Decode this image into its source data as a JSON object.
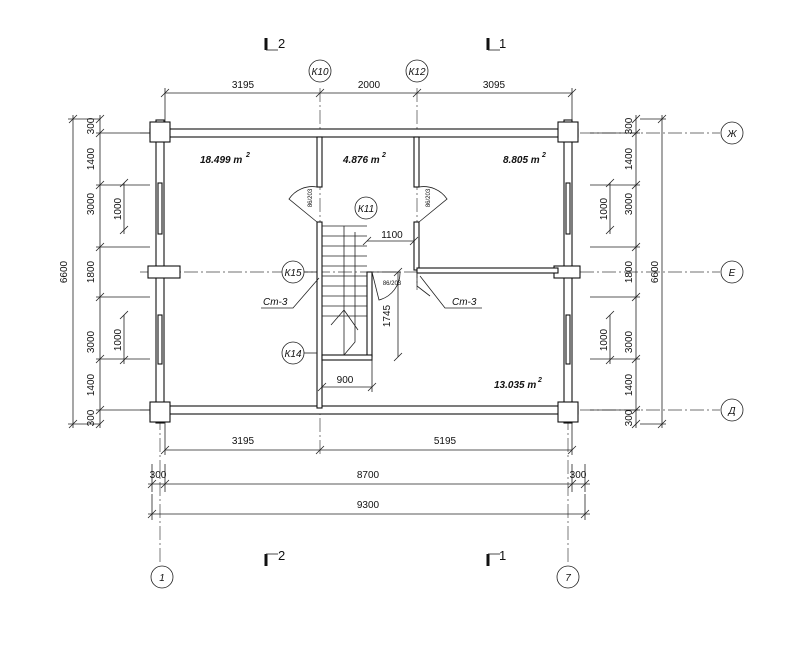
{
  "sections": {
    "top_left": "2",
    "top_right": "1",
    "bottom_left": "2",
    "bottom_right": "1"
  },
  "column_markers": {
    "k10": "К10",
    "k12": "К12",
    "k11": "К11",
    "k15": "К15",
    "k14": "К14"
  },
  "top_dims": [
    "3195",
    "2000",
    "3095"
  ],
  "bottom_dims": [
    "3195",
    "5195"
  ],
  "overall": {
    "end_left": "300",
    "inner": "8700",
    "end_right": "300",
    "total": "9300"
  },
  "left_dims": {
    "overall": "6600",
    "chain": [
      "300",
      "1400",
      "3000",
      "1800",
      "3000",
      "1400",
      "300"
    ],
    "windows": [
      "1000",
      "1000"
    ]
  },
  "right_dims": {
    "overall": "6600",
    "chain": [
      "300",
      "1400",
      "3000",
      "1800",
      "3000",
      "1400",
      "300"
    ],
    "windows": [
      "1000",
      "1000"
    ]
  },
  "rooms": [
    {
      "area": "18.499 m",
      "sup": "2"
    },
    {
      "area": "4.876 m",
      "sup": "2"
    },
    {
      "area": "8.805 m",
      "sup": "2"
    },
    {
      "area": "13.035 m",
      "sup": "2"
    }
  ],
  "interior_dims": {
    "d1100": "1100",
    "d1745": "1745",
    "d900": "900"
  },
  "wall_tags": {
    "left": "Ст-3",
    "right": "Ст-3"
  },
  "door_marks": [
    "86/203",
    "86/203",
    "86/203"
  ],
  "row_axes": [
    "Ж",
    "Е",
    "Д"
  ],
  "col_axes": [
    "1",
    "7"
  ]
}
